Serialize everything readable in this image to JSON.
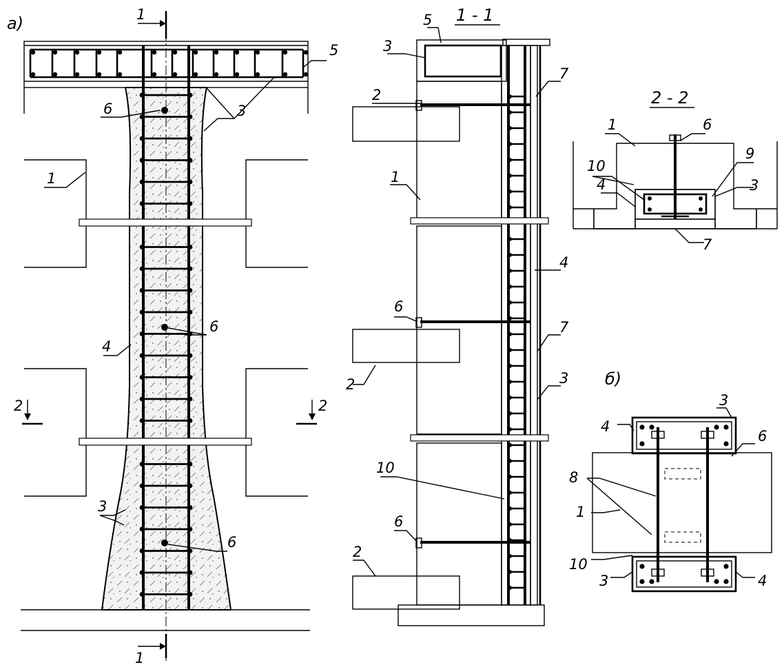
{
  "figure": {
    "view_a_label": "а)",
    "view_b_label": "б)",
    "section_11_title": "1 - 1",
    "section_22_title": "2 - 2",
    "cut_mark_1": "1",
    "cut_mark_2": "2"
  },
  "callouts_a": {
    "n1": "1",
    "n3_top": "3",
    "n3_bottom": "3",
    "n4": "4",
    "n5": "5",
    "n6_top": "6",
    "n6_mid": "6",
    "n6_bottom": "6"
  },
  "callouts_11": {
    "n1": "1",
    "n2_top": "2",
    "n2_mid": "2",
    "n2_bottom": "2",
    "n3_top": "3",
    "n3_mid": "3",
    "n4": "4",
    "n5": "5",
    "n6_mid": "6",
    "n6_bottom": "6",
    "n7_top": "7",
    "n7_mid": "7",
    "n10": "10"
  },
  "callouts_22": {
    "n1": "1",
    "n3": "3",
    "n4": "4",
    "n6": "6",
    "n7": "7",
    "n9": "9",
    "n10": "10"
  },
  "callouts_b": {
    "n1": "1",
    "n3_top": "3",
    "n3_bottom": "3",
    "n4_top": "4",
    "n4_bottom": "4",
    "n6": "6",
    "n8": "8",
    "n10": "10"
  },
  "colors": {
    "ink": "#000000",
    "paper": "#ffffff"
  }
}
